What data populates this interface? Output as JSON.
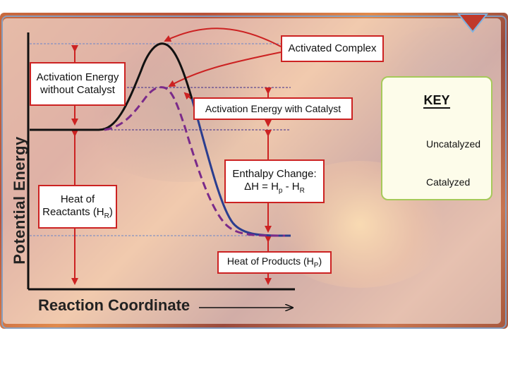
{
  "diagram": {
    "y_axis_label": "Potential Energy",
    "x_axis_label": "Reaction Coordinate",
    "labels": {
      "activated_complex": "Activated Complex",
      "activation_without_catalyst_line1": "Activation Energy",
      "activation_without_catalyst_line2": "without Catalyst",
      "activation_with_catalyst": "Activation Energy with Catalyst",
      "enthalpy_line1": "Enthalpy Change:",
      "enthalpy_line2_prefix": "ΔH = H",
      "enthalpy_sub_p": "p",
      "enthalpy_mid": " - H",
      "enthalpy_sub_r": "R",
      "heat_reactants_line1": "Heat of",
      "heat_reactants_prefix": "Reactants (H",
      "heat_reactants_sub": "R",
      "heat_reactants_suffix": ")",
      "heat_products_prefix": "Heat of Products (H",
      "heat_products_sub": "P",
      "heat_products_suffix": ")"
    },
    "key": {
      "title": "KEY",
      "uncatalyzed": "Uncatalyzed",
      "catalyzed": "Catalyzed"
    },
    "colors": {
      "uncatalyzed": "#111111",
      "uncatalyzed_descent": "#2a3d8f",
      "catalyzed": "#7a2a8a",
      "arrows": "#cc2222",
      "box_border": "#cc2222",
      "key_border": "#a6c95a"
    }
  }
}
